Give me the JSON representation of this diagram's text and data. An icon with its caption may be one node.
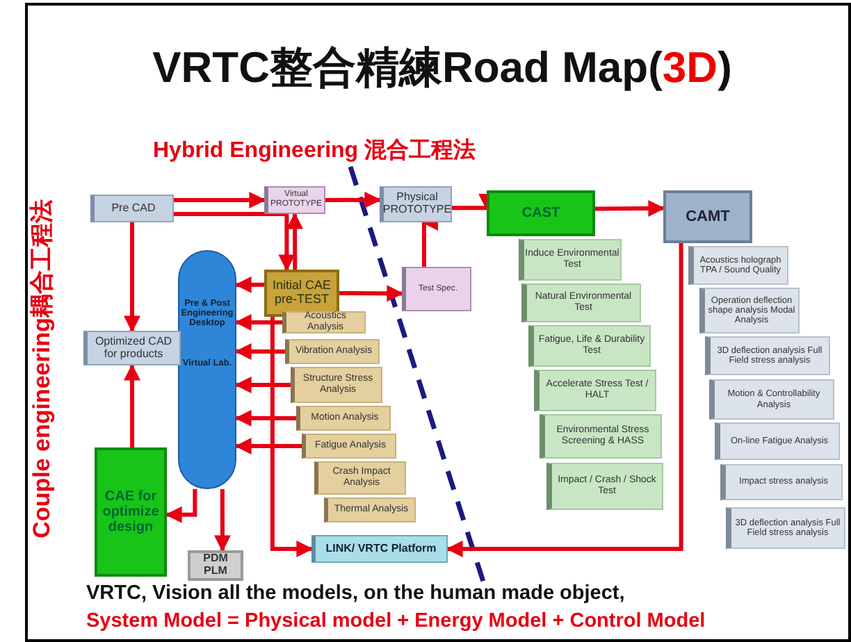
{
  "diagram": {
    "title": "VRTC整合精練Road Map(**3D**)",
    "nodes": [
      {
        "text": [
          "Pre CAD"
        ]
      },
      {
        "text": [
          "Virtual PROTOTYPE"
        ]
      },
      {
        "text": [
          "Physical PROTOTYPE"
        ]
      },
      {
        "text": [
          "CAST"
        ]
      },
      {
        "text": [
          "CAMT"
        ]
      },
      {
        "text": [
          "Pre & Post Engineering Desktop",
          "Virtual Lab."
        ]
      },
      {
        "text": [
          "Initial CAE pre-TEST"
        ]
      },
      {
        "text": [
          "Test Spec."
        ]
      },
      {
        "text": [
          "Optimized CAD for products"
        ]
      },
      {
        "text": [
          "Acoustics Analysis"
        ]
      },
      {
        "text": [
          "Vibration Analysis"
        ]
      },
      {
        "text": [
          "Structure Stress Analysis"
        ]
      },
      {
        "text": [
          "Motion Analysis"
        ]
      },
      {
        "text": [
          "Fatigue Analysis"
        ]
      },
      {
        "text": [
          "Crash Impact Analysis"
        ]
      },
      {
        "text": [
          "Thermal Analysis"
        ]
      },
      {
        "text": [
          "CAE for optimize design"
        ]
      },
      {
        "text": [
          "PDM PLM"
        ]
      },
      {
        "text": [
          "LINK/ VRTC Platform"
        ]
      },
      {
        "text": [
          "Induce Environmental Test"
        ]
      },
      {
        "text": [
          "Natural Environmental Test"
        ]
      },
      {
        "text": [
          "Fatigue, Life & Durability Test"
        ]
      },
      {
        "text": [
          "Accelerate Stress Test / HALT"
        ]
      },
      {
        "text": [
          "Environmental Stress Screening & HASS"
        ]
      },
      {
        "text": [
          "Impact / Crash / Shock Test"
        ]
      },
      {
        "text": [
          "Acoustics holograph TPA / Sound Quality"
        ]
      },
      {
        "text": [
          "Operation deflection shape analysis Modal Analysis"
        ]
      },
      {
        "text": [
          "3D deflection analysis Full Field stress analysis"
        ]
      },
      {
        "text": [
          "Motion & Controllability Analysis"
        ]
      },
      {
        "text": [
          "On-line Fatigue Analysis"
        ]
      },
      {
        "text": [
          "Impact stress analysis"
        ]
      },
      {
        "text": [
          "3D deflection analysis Full Field stress analysis"
        ]
      }
    ],
    "edges": [
      {
        "from": 0,
        "to": 1,
        "arrow": "to"
      },
      {
        "from": 0,
        "to": 6,
        "arrow": "to"
      },
      {
        "from": 0,
        "to": 8,
        "arrow": "to"
      },
      {
        "from": 6,
        "to": 1,
        "arrow": "to"
      },
      {
        "from": 1,
        "to": 2,
        "arrow": "to"
      },
      {
        "from": 2,
        "to": 3,
        "arrow": "to"
      },
      {
        "from": 3,
        "to": 4,
        "arrow": "to"
      },
      {
        "from": 7,
        "to": 2,
        "arrow": "to"
      },
      {
        "from": 6,
        "to": 7,
        "arrow": "to"
      },
      {
        "from": 6,
        "to": 5,
        "arrow": "to"
      },
      {
        "from": 9,
        "to": 5,
        "arrow": "to"
      },
      {
        "from": 10,
        "to": 5,
        "arrow": "to"
      },
      {
        "from": 11,
        "to": 5,
        "arrow": "to"
      },
      {
        "from": 12,
        "to": 5,
        "arrow": "to"
      },
      {
        "from": 13,
        "to": 5,
        "arrow": "to"
      },
      {
        "from": 6,
        "to": 18,
        "arrow": "to"
      },
      {
        "from": 4,
        "to": 18,
        "arrow": "to"
      },
      {
        "from": 5,
        "to": 16,
        "arrow": "to"
      },
      {
        "from": 5,
        "to": 17,
        "arrow": "to"
      },
      {
        "from": 16,
        "to": 8,
        "arrow": "to"
      }
    ],
    "labels": [
      "Hybrid Engineering 混合工程法",
      "Couple engineering耦合工程法",
      "VRTC, Vision all the models, on the human made object,",
      "System Model = Physical model + Energy Model + Control Model"
    ]
  }
}
